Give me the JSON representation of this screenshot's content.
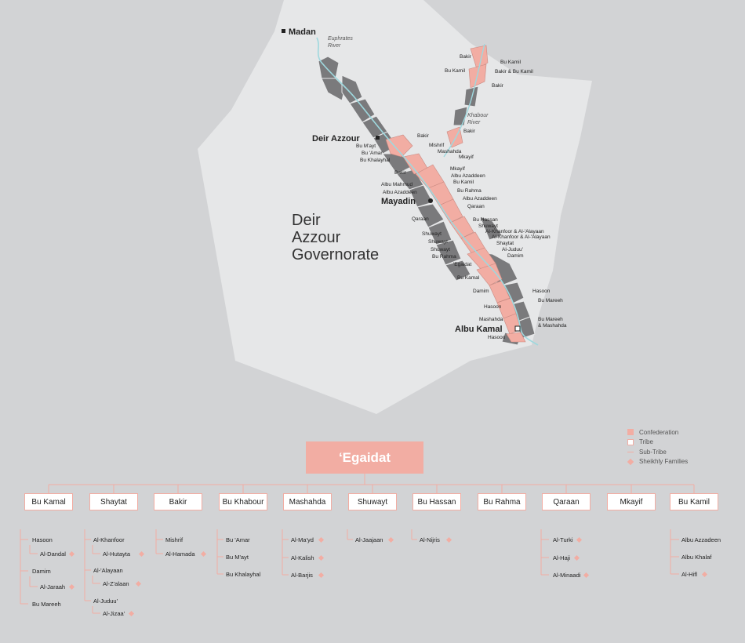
{
  "map": {
    "governorate_label": [
      "Deir",
      "Azzour",
      "Governorate"
    ],
    "cities": {
      "madan": "Madan",
      "deir_azzour": "Deir Azzour",
      "mayadin": "Mayadin",
      "albu_kamal": "Albu Kamal"
    },
    "rivers": {
      "euphrates": [
        "Euphrates",
        "River"
      ],
      "khabour": [
        "Khabour",
        "River"
      ]
    },
    "area_labels": {
      "khabour_1": "Bakir",
      "khabour_2": "Bu Kamil",
      "khabour_3": "Bu Kamil",
      "khabour_4": "Bakir & Bu Kamil",
      "khabour_5": "Bakir",
      "khabour_6": "Bakir",
      "w1": "Bakir",
      "w2": "Bu M'ayt",
      "w3": "Bu 'Amar",
      "w4": "Bu Khalayhal",
      "w5": "Mishrif",
      "w6": "Mashahda",
      "w7": "Mkayif",
      "w8": "Bakir",
      "e1": "Mkayif",
      "e2": "Albu Azaddeen",
      "e3": "Bu Kamil",
      "w9": "Albu Mahmud",
      "e4": "Bu Rahma",
      "w10": "Albu Azaddeen",
      "e5": "Albu Azaddeen",
      "e6": "Qaraan",
      "w11": "Qaraan",
      "e7": "Bu Hassan",
      "e8": "Shuwayt",
      "e9": "Al-Khanfoor & Al-'Alayaan",
      "w12": "Shuwayt",
      "e10": "Al-Khanfoor & Al-'Alayaan",
      "w13": "Shuwayt",
      "e11": "Shaytat",
      "w14": "Shuwayt",
      "e12": "Al-Juduu'",
      "w15": "Bu Rahma",
      "e13": "Damim",
      "w16": "'Egaidat",
      "w17": "Bu Kamal",
      "w18": "Damim",
      "e14": "Hasoon",
      "e15": "Bu Mareeh",
      "w19": "Hasoon",
      "w20": "Mashahda",
      "e16": "Bu Mareeh",
      "e17": "& Mashahda",
      "w21": "Hasoon"
    }
  },
  "legend": {
    "confederation": "Confederation",
    "tribe": "Tribe",
    "sub_tribe": "Sub-Tribe",
    "families": "Sheikhly Families"
  },
  "tree": {
    "confederation": "‘Egaidat",
    "tribes": [
      "Bu Kamal",
      "Shaytat",
      "Bakir",
      "Bu Khabour",
      "Mashahda",
      "Shuwayt",
      "Bu Hassan",
      "Bu Rahma",
      "Qaraan",
      "Mkayif",
      "Bu Kamil"
    ],
    "bu_kamal": {
      "s1": "Hasoon",
      "f1": "Al-Dandal",
      "s2": "Damim",
      "f2": "Al-Jaraah",
      "s3": "Bu Mareeh"
    },
    "shaytat": {
      "s1": "Al-Khanfoor",
      "f1": "Al-Hutayta",
      "s2": "Al-'Alayaan",
      "f2": "Al-Z'alaan",
      "s3": "Al-Juduu'",
      "f3": "Al-Jizaa'"
    },
    "bakir": {
      "s1": "Mishrif",
      "f1": "Al-Hamada"
    },
    "bu_khabour": {
      "s1": "Bu 'Amar",
      "s2": "Bu M'ayt",
      "s3": "Bu Khalayhal"
    },
    "mashahda": {
      "f1": "Al-Ma'yd",
      "f2": "Al-Kalish",
      "f3": "Al-Barjis"
    },
    "shuwayt": {
      "f1": "Al-Jaajaan"
    },
    "bu_hassan": {
      "f1": "Al-Nijris"
    },
    "qaraan": {
      "f1": "Al-Turki",
      "f2": "Al-Haji",
      "f3": "Al-Minaadi"
    },
    "bu_kamil": {
      "s1": "Albu Azzadeen",
      "s2": "Albu Khalaf",
      "f1": "Al-Hifl"
    }
  },
  "colors": {
    "accent": "#f2ada3",
    "district_gray": "#777777",
    "land": "#e6e7e8",
    "background": "#d2d3d5"
  }
}
